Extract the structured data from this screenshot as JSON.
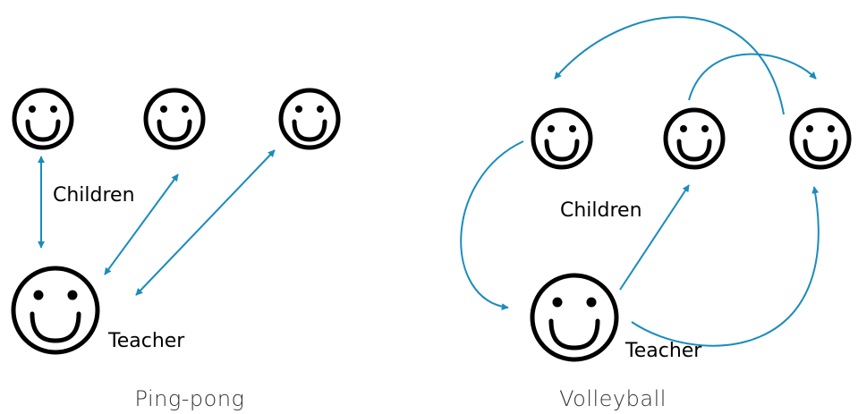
{
  "colors": {
    "arrow": "#1a8bbd",
    "face": "#000000",
    "caption": "#333333"
  },
  "ping_pong": {
    "children_label": "Children",
    "teacher_label": "Teacher",
    "caption": "Ping-pong"
  },
  "volleyball": {
    "children_label": "Children",
    "teacher_label": "Teacher",
    "caption": "Volleyball"
  }
}
